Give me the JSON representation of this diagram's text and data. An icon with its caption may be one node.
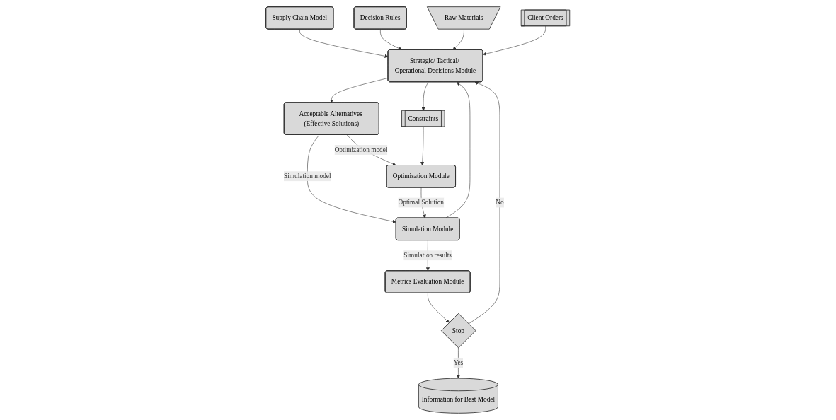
{
  "diagram": {
    "nodes": [
      {
        "text": [
          "Supply Chain Model"
        ]
      },
      {
        "text": [
          "Decision Rules"
        ]
      },
      {
        "text": [
          "Raw Materials"
        ]
      },
      {
        "text": [
          "Strategic/ Tactical/ Operational Decisions Module"
        ]
      },
      {
        "text": [
          "Client Orders"
        ]
      },
      {
        "text": [
          "Stop"
        ]
      },
      {
        "text": [
          "Metrics Evaluation Module"
        ]
      },
      {
        "text": [
          "Constraints"
        ]
      },
      {
        "text": [
          "Acceptable Alternatives (Effective Solutions)"
        ]
      },
      {
        "text": [
          "Information for Best Model"
        ]
      },
      {
        "text": [
          "Simulation Module"
        ]
      },
      {
        "text": [
          "Optimisation Module"
        ]
      }
    ],
    "edges": [
      {
        "from": 0,
        "to": 3,
        "arrow": "to"
      },
      {
        "from": 1,
        "to": 3,
        "arrow": "to"
      },
      {
        "from": 2,
        "to": 3,
        "arrow": "to"
      },
      {
        "from": 4,
        "to": 3,
        "arrow": "to"
      },
      {
        "from": 5,
        "to": 3,
        "arrow": "to",
        "label": "No"
      },
      {
        "from": 3,
        "to": 8,
        "arrow": "to"
      },
      {
        "from": 3,
        "to": 7,
        "arrow": "to"
      },
      {
        "from": 6,
        "to": 5,
        "arrow": "to"
      },
      {
        "from": 5,
        "to": 9,
        "arrow": "to",
        "label": "Yes"
      },
      {
        "from": 8,
        "to": 10,
        "arrow": "to",
        "label": "Simulation model"
      },
      {
        "from": 8,
        "to": 11,
        "arrow": "to",
        "label": "Optimization model"
      },
      {
        "from": 7,
        "to": 11,
        "arrow": "to"
      },
      {
        "from": 11,
        "to": 10,
        "arrow": "to",
        "label": "Optimal Solution"
      },
      {
        "from": 10,
        "to": 3,
        "arrow": "to"
      },
      {
        "from": 10,
        "to": 6,
        "arrow": "to",
        "label": "Simulation results"
      }
    ]
  }
}
